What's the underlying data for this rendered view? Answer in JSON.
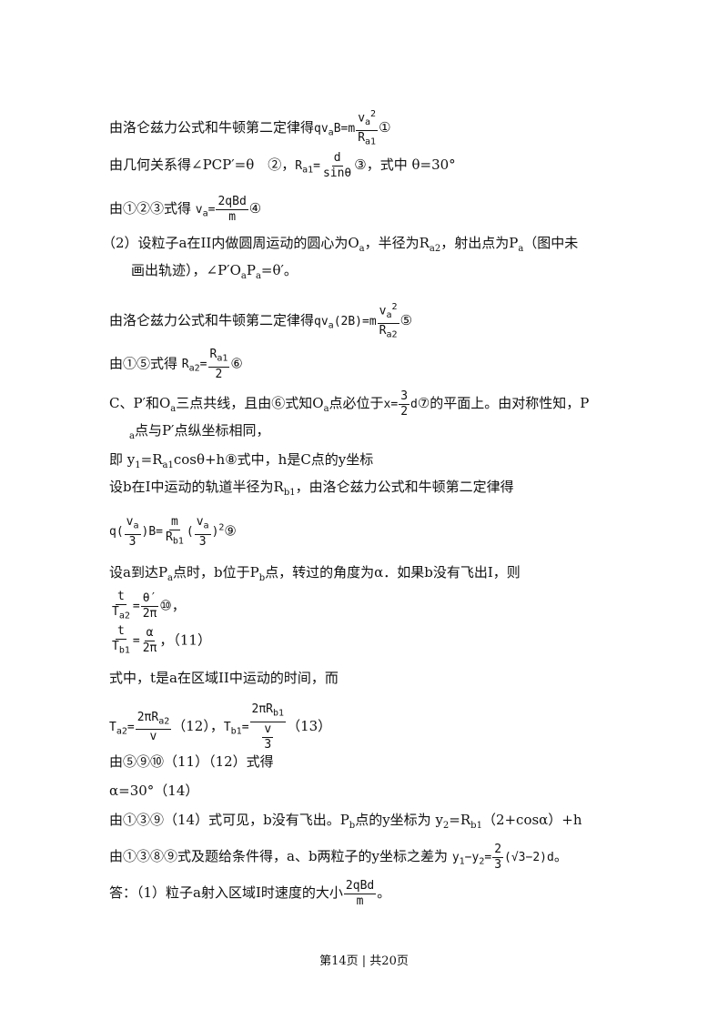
{
  "lines": {
    "l1_pre": "由洛仑兹力公式和牛顿第二定律得",
    "l1_lhs": "qv",
    "l1_sub": "a",
    "l1_mid": "B=m",
    "l1_num": "v",
    "l1_num_sub": "a",
    "l1_num_sup": "2",
    "l1_den": "R",
    "l1_den_sub": "a1",
    "l1_mark": "①",
    "l2_pre": "由几何关系得∠PCP′=θ　②，",
    "l2_lhs": "R",
    "l2_lhs_sub": "a1",
    "l2_eq": "=",
    "l2_num": "d",
    "l2_den": "sinθ",
    "l2_post": "③，式中 θ=30°",
    "l3_pre": "由①②③式得",
    "l3_lhs": "v",
    "l3_lhs_sub": "a",
    "l3_eq": "=",
    "l3_num": "2qBd",
    "l3_den": "m",
    "l3_mark": "④",
    "l4": "（2）设粒子a在II内做圆周运动的圆心为O",
    "l4_sub1": "a",
    "l4_b": "，半径为R",
    "l4_sub2": "a2",
    "l4_c": "，射出点为P",
    "l4_sub3": "a",
    "l4_d": "（图中未",
    "l5": "画出轨迹），∠P′O",
    "l5_sub1": "a",
    "l5_b": "P",
    "l5_sub2": "a",
    "l5_c": "=θ′。",
    "l6_pre": "由洛仑兹力公式和牛顿第二定律得",
    "l6_lhs": "qv",
    "l6_sub": "a",
    "l6_mid": "(2B)=m",
    "l6_num": "v",
    "l6_num_sub": "a",
    "l6_num_sup": "2",
    "l6_den": "R",
    "l6_den_sub": "a2",
    "l6_mark": "⑤",
    "l7_pre": "由①⑤式得",
    "l7_lhs": "R",
    "l7_lhs_sub": "a2",
    "l7_eq": "=",
    "l7_num": "R",
    "l7_num_sub": "a1",
    "l7_den": "2",
    "l7_mark": "⑥",
    "l8_pre": "C、P′和O",
    "l8_sub": "a",
    "l8_mid": "三点共线，且由⑥式知O",
    "l8_sub2": "a",
    "l8_mid2": "点必位于",
    "l8_x": "x=",
    "l8_num": "3",
    "l8_den": "2",
    "l8_d": "d",
    "l8_post": "⑦的平面上。由对称性知，P",
    "l9_sub": "a",
    "l9": "点与P′点纵坐标相同，",
    "l10_a": "即 y",
    "l10_sub1": "1",
    "l10_b": "=R",
    "l10_sub2": "a1",
    "l10_c": "cosθ+h⑧式中，h是C点的y坐标",
    "l11_a": "设b在I中运动的轨道半径为R",
    "l11_sub": "b1",
    "l11_b": "，由洛仑兹力公式和牛顿第二定律得",
    "l12_q": "q(",
    "l12_n1": "v",
    "l12_n1_sub": "a",
    "l12_d1": "3",
    "l12_mid": ")B=",
    "l12_n2": "m",
    "l12_d2": "R",
    "l12_d2_sub": "b1",
    "l12_p": "(",
    "l12_n3": "v",
    "l12_n3_sub": "a",
    "l12_d3": "3",
    "l12_close": ")",
    "l12_sup": "2",
    "l12_mark": "⑨",
    "l13_a": "设a到达P",
    "l13_sub1": "a",
    "l13_b": "点时，b位于P",
    "l13_sub2": "b",
    "l13_c": "点，转过的角度为α．如果b没有飞出I，则",
    "l14_num": "t",
    "l14_den": "T",
    "l14_den_sub": "a2",
    "l14_eq": "=",
    "l14_num2": "θ′",
    "l14_den2": "2π",
    "l14_mark": "⑩，",
    "l15_num": "t",
    "l15_den": "T",
    "l15_den_sub": "b1",
    "l15_eq": "=",
    "l15_num2": "α",
    "l15_den2": "2π",
    "l15_mark": "，（11）",
    "l16": "式中，t是a在区域II中运动的时间，而",
    "l17_lhs": "T",
    "l17_lhs_sub": "a2",
    "l17_eq": "=",
    "l17_num": "2πR",
    "l17_num_sub": "a2",
    "l17_den": "v",
    "l17_mark": "（12），",
    "l17_lhs2": "T",
    "l17_lhs2_sub": "b1",
    "l17_eq2": "=",
    "l17_num2": "2πR",
    "l17_num2_sub": "b1",
    "l17_den2_num": "v",
    "l17_den2_den": "3",
    "l17_mark2": "（13）",
    "l18": "由⑤⑨⑩（11）（12）式得",
    "l19": "α=30°（14）",
    "l20_a": "由①③⑨（14）式可见，b没有飞出。P",
    "l20_sub1": "b",
    "l20_b": "点的y坐标为 y",
    "l20_sub2": "2",
    "l20_c": "=R",
    "l20_sub3": "b1",
    "l20_d": "（2+cosα）+h",
    "l21_pre": "由①③⑧⑨式及题给条件得，a、b两粒子的y坐标之差为",
    "l21_y1": "y",
    "l21_y1_sub": "1",
    "l21_minus": "−y",
    "l21_y2_sub": "2",
    "l21_eq": "=",
    "l21_num": "2",
    "l21_den": "3",
    "l21_paren": "(√3−2)d",
    "l21_post": "。",
    "l22_pre": "答：（1）粒子a射入区域I时速度的大小",
    "l22_num": "2qBd",
    "l22_den": "m",
    "l22_post": "。"
  },
  "footer": "第14页 | 共20页"
}
